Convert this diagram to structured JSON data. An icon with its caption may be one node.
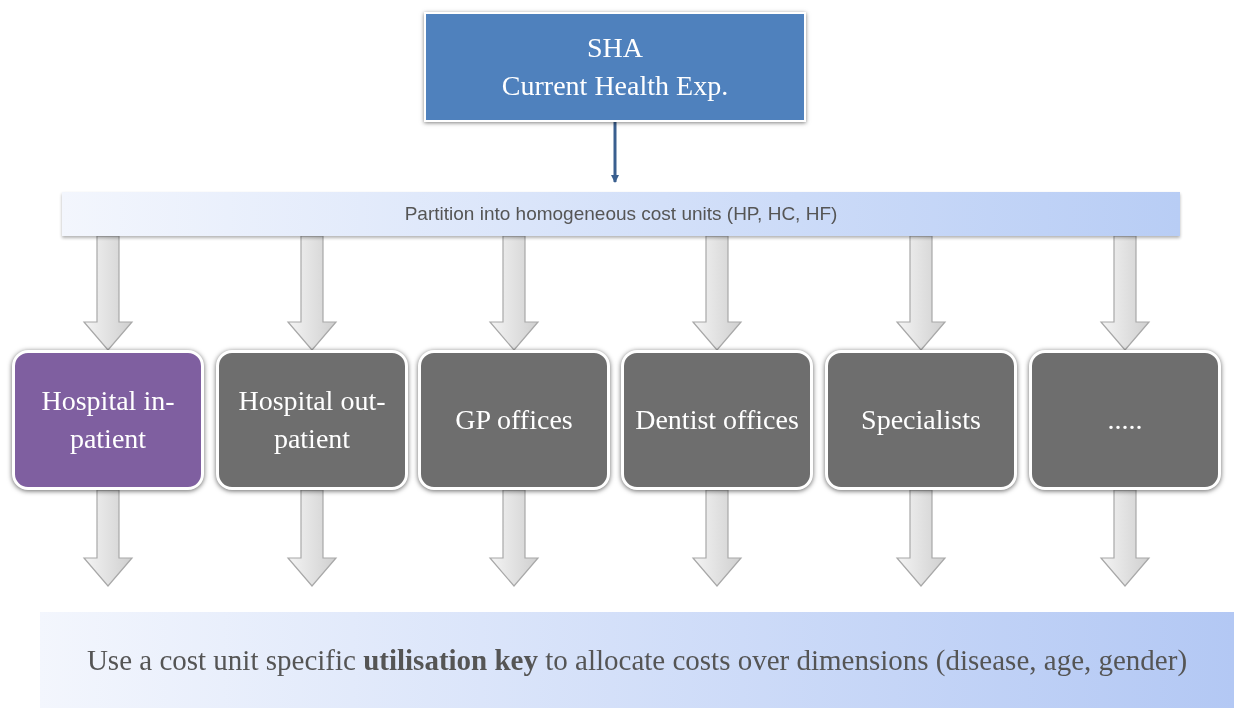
{
  "diagram": {
    "nodes": [
      {
        "text": [
          "SHA",
          "Current Health Exp."
        ]
      },
      {
        "text": [
          "Partition into homogeneous cost units (HP, HC, HF)"
        ]
      },
      {
        "text": [
          "Hospital in-patient"
        ]
      },
      {
        "text": [
          "Hospital out-patient"
        ]
      },
      {
        "text": [
          "GP offices"
        ]
      },
      {
        "text": [
          "Dentist offices"
        ]
      },
      {
        "text": [
          "Specialists"
        ]
      },
      {
        "text": [
          "....."
        ]
      },
      {
        "text": [
          "Use a cost unit specific **utilisation key** to allocate costs over dimensions (disease, age, gender)"
        ]
      }
    ],
    "edges": [
      {
        "from": 0,
        "to": 1,
        "arrow": "to"
      },
      {
        "from": 1,
        "to": 2,
        "arrow": "to",
        "style": "thick"
      },
      {
        "from": 1,
        "to": 3,
        "arrow": "to",
        "style": "thick"
      },
      {
        "from": 1,
        "to": 4,
        "arrow": "to",
        "style": "thick"
      },
      {
        "from": 1,
        "to": 5,
        "arrow": "to",
        "style": "thick"
      },
      {
        "from": 1,
        "to": 6,
        "arrow": "to",
        "style": "thick"
      },
      {
        "from": 1,
        "to": 7,
        "arrow": "to",
        "style": "thick"
      },
      {
        "from": 2,
        "to": 8,
        "arrow": "to",
        "style": "thick"
      },
      {
        "from": 3,
        "to": 8,
        "arrow": "to",
        "style": "thick"
      },
      {
        "from": 4,
        "to": 8,
        "arrow": "to",
        "style": "thick"
      },
      {
        "from": 5,
        "to": 8,
        "arrow": "to",
        "style": "thick"
      },
      {
        "from": 6,
        "to": 8,
        "arrow": "to",
        "style": "thick"
      },
      {
        "from": 7,
        "to": 8,
        "arrow": "to",
        "style": "thick"
      }
    ]
  }
}
